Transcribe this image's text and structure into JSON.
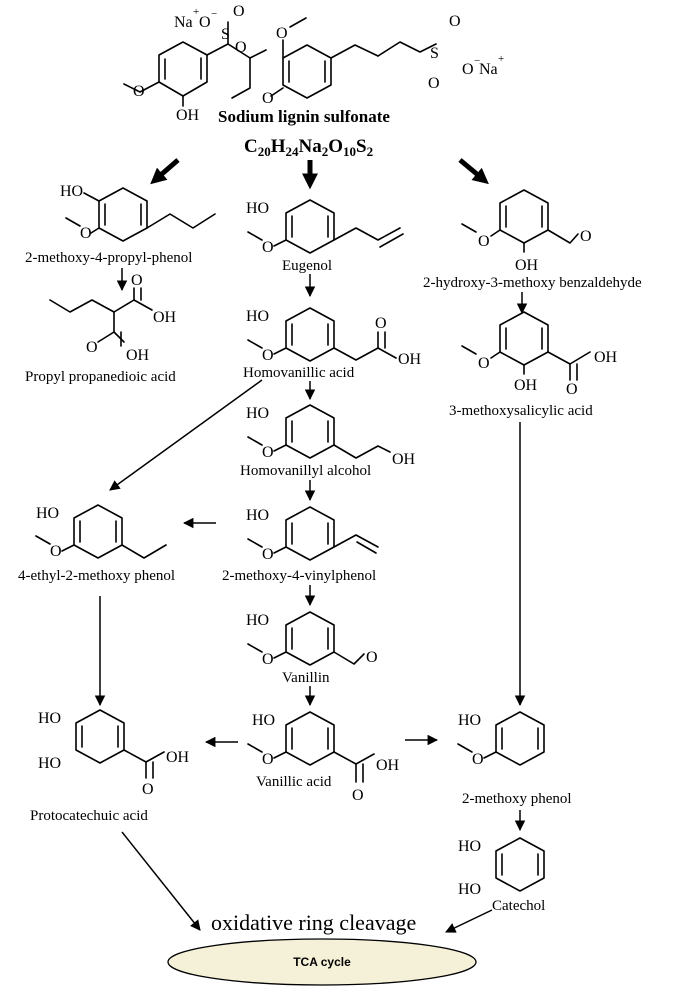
{
  "start": {
    "name": "Sodium lignin sulfonate",
    "formula": {
      "c": "C",
      "c_n": "20",
      "h": "H",
      "h_n": "24",
      "na": "Na",
      "na_n": "2",
      "o": "O",
      "o_n": "10",
      "s": "S",
      "s_n": "2"
    }
  },
  "compounds": {
    "propylphenol": "2-methoxy-4-propyl-phenol",
    "eugenol": "Eugenol",
    "hydroxybenzaldehyde": "2-hydroxy-3-methoxy benzaldehyde",
    "propanedioic": "Propyl propanedioic acid",
    "homovanillic": "Homovanillic acid",
    "methoxysalicylic": "3-methoxysalicylic acid",
    "homovanillyl": "Homovanillyl alcohol",
    "ethylmethoxyphenol": "4-ethyl-2-methoxy phenol",
    "vinylphenol": "2-methoxy-4-vinylphenol",
    "vanillin": "Vanillin",
    "protocatechuic": "Protocatechuic acid",
    "vanillic": "Vanillic acid",
    "methoxyphenol": "2-methoxy phenol",
    "catechol": "Catechol"
  },
  "atoms": {
    "ho": "HO",
    "oh": "OH",
    "o": "O",
    "s": "S",
    "na": "Na",
    "plus": "+",
    "minus": "−"
  },
  "end": {
    "cleavage": "oxidative ring cleavage",
    "tca": "TCA cycle"
  }
}
